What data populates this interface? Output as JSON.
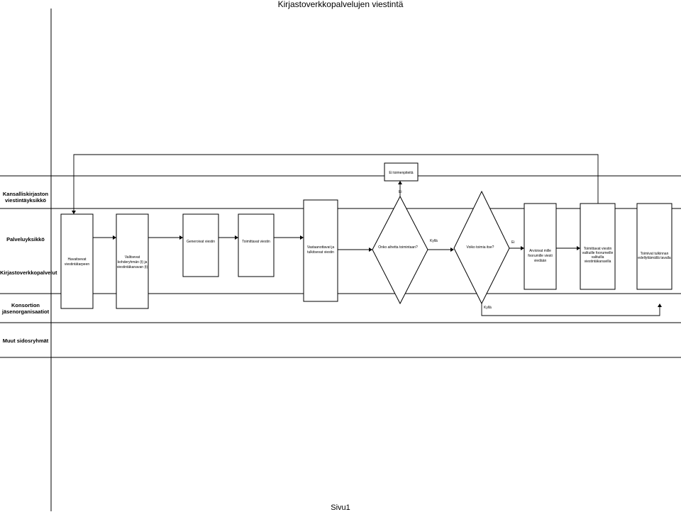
{
  "title": "Kirjastoverkkopalvelujen viestintä",
  "footer": "Sivu1",
  "lanes": {
    "kansalliskirjasto": [
      "Kansalliskirjaston",
      "viestintäyksikkö"
    ],
    "palveluyksikko": "Palveluyksikkö",
    "kirjastoverkkopalvelut": "Kirjastoverkkopalvelut",
    "konsortion": [
      "Konsortion",
      "jäsenorganisaatiot"
    ],
    "muut": "Muut sidosryhmät"
  },
  "nodes": {
    "havaitsevat": [
      "Havaitsevat",
      "viestintätarpeen"
    ],
    "valitsevat": [
      "Valitsevat",
      "kohderyhmän (t) ja",
      "viestintäkanavan (t)"
    ],
    "generoivat": "Generoivat viestin",
    "toimittavat": "Toimittavat viestin",
    "vastaanottavat": [
      "Vastaanottavat ja",
      "tulkitsevat viestin"
    ],
    "onko_aihetta": "Onko aihetta toimintaan?",
    "voiko_toimia": "Voiko toimia itse?",
    "arvioivat": [
      "Arvioivat mille",
      "foorumille viesti",
      "viedään"
    ],
    "toimittavat_valituille": [
      "Toimittavat viestin",
      "valituille foorumeille",
      "valituilla",
      "viestintäkanavilla"
    ],
    "toimivat_tulkinnan": [
      "Toimivat tulkinnan",
      "edellyttämällä tavalla"
    ],
    "ei_toimenpiteita": "Ei toimenpiteitä"
  },
  "edges": {
    "ei_top": "Ei",
    "kylla_mid": "Kyllä",
    "ei_mid": "Ei",
    "kylla_bottom": "Kyllä"
  }
}
